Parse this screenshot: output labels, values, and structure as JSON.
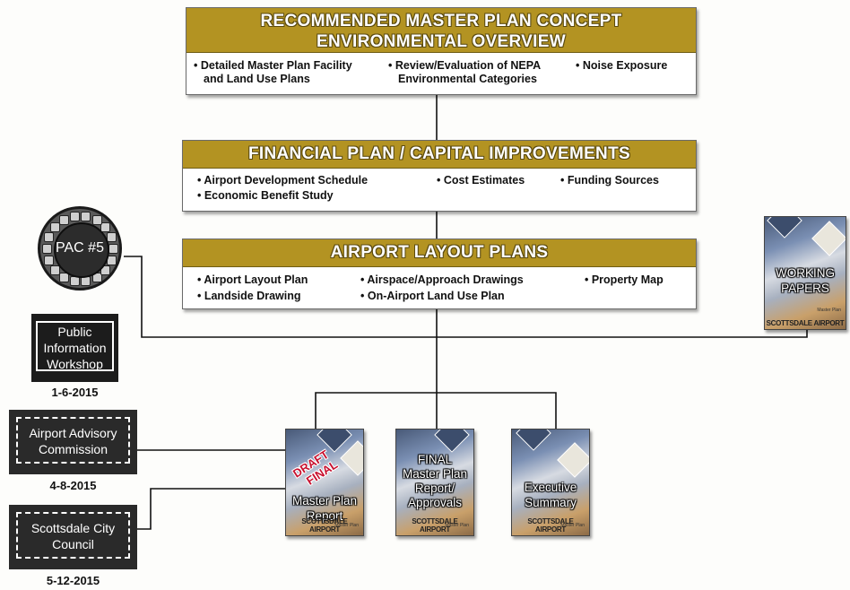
{
  "panels": {
    "environmental": {
      "title_line1": "RECOMMENDED MASTER PLAN CONCEPT",
      "title_line2": "ENVIRONMENTAL OVERVIEW",
      "items": [
        {
          "line1": "• Detailed Master Plan Facility",
          "line2": "and Land Use Plans"
        },
        {
          "line1": "• Review/Evaluation of NEPA",
          "line2": "Environmental Categories"
        },
        {
          "line1": "• Noise Exposure",
          "line2": ""
        }
      ]
    },
    "financial": {
      "title": "FINANCIAL PLAN / CAPITAL IMPROVEMENTS",
      "items": [
        "• Airport Development Schedule",
        "• Economic Benefit Study",
        "• Cost Estimates",
        "• Funding Sources"
      ]
    },
    "layout": {
      "title": "AIRPORT LAYOUT PLANS",
      "items": [
        "• Airport Layout Plan",
        "• Landside Drawing",
        "• Airspace/Approach Drawings",
        "• On-Airport Land Use Plan",
        "• Property Map"
      ]
    }
  },
  "pac": {
    "label": "PAC #5"
  },
  "workshop": {
    "line1": "Public",
    "line2": "Information",
    "line3": "Workshop",
    "date": "1-6-2015"
  },
  "commission": {
    "line1": "Airport Advisory",
    "line2": "Commission",
    "date": "4-8-2015"
  },
  "council": {
    "line1": "Scottsdale City",
    "line2": "Council",
    "date": "5-12-2015"
  },
  "books": {
    "working": {
      "line1": "WORKING",
      "line2": "PAPERS",
      "small": "Master Plan",
      "footer": "SCOTTSDALE AIRPORT"
    },
    "draft": {
      "stamp1": "DRAFT",
      "stamp2": "FINAL",
      "line1": "Master Plan",
      "line2": "Report",
      "small": "Master Plan",
      "footer": "SCOTTSDALE AIRPORT"
    },
    "final": {
      "line1": "FINAL",
      "line2": "Master Plan",
      "line3": "Report/",
      "line4": "Approvals",
      "small": "Master Plan",
      "footer": "SCOTTSDALE AIRPORT"
    },
    "executive": {
      "line1": "Executive",
      "line2": "Summary",
      "small": "Master Plan",
      "footer": "SCOTTSDALE AIRPORT"
    }
  },
  "colors": {
    "banner": "#b39322",
    "connector": "#111111"
  }
}
